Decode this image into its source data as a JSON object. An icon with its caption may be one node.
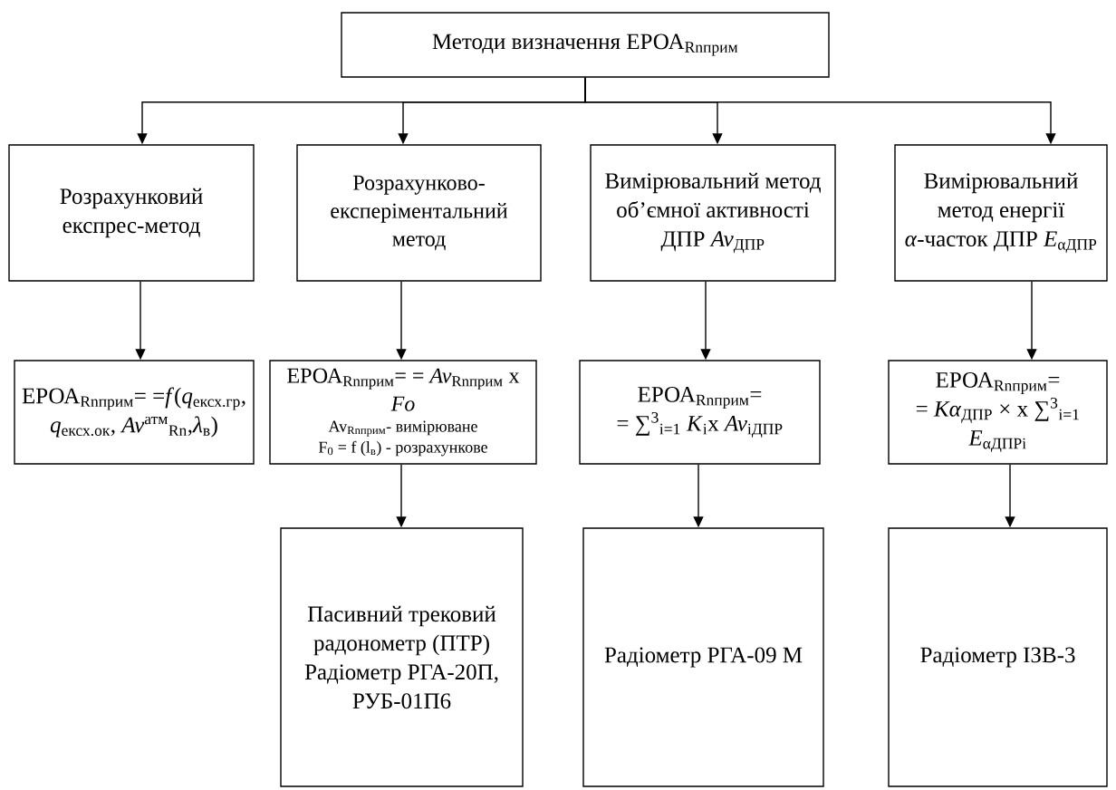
{
  "diagram": {
    "nodes": [
      {
        "text": [
          "Методи визначення ЕРОА$_{Rnприм}$"
        ]
      },
      {
        "text": [
          "Розрахунковий експрес-метод"
        ]
      },
      {
        "text": [
          "Розрахунково-експеріментальний метод"
        ]
      },
      {
        "text": [
          "Вимірювальний метод об’ємної активності ДПР *Av*$_{ДПР}$"
        ]
      },
      {
        "text": [
          "Вимірювальний метод енергії *α*-часток ДПР *E*$_{αДПР}$"
        ]
      },
      {
        "text": [
          "ЕРОА$_{Rnприм}$= =*f*(*q*$_{ексх.гр}$, *q*$_{ексх.ок}$, *Av*$^{атм}$$_{Rn}$,*λ*$_{в}$)"
        ]
      },
      {
        "text": [
          "ЕРОА$_{Rnприм}$= = *Av*$_{Rnприм}$ x *Fo*",
          "Av$_{Rnприм}$- вимірюване",
          "F$_{0}$ = f (l$_{в}$) - розрахункове"
        ]
      },
      {
        "text": [
          "ЕРОА$_{Rnприм}$=",
          "= ∑$^{3}$$_{i=1}$ *K*$_{i}$x *Av*$_{iДПР}$"
        ]
      },
      {
        "text": [
          "ЕРОА$_{Rnприм}$=",
          "= *Kα*$_{ДПР}$ × x ∑$^{3}$$_{i=1}$ *E*$_{αДПРi}$"
        ]
      },
      {
        "text": [
          "Пасивний трековий радонометр (ПТР)",
          "Радіометр РГА-20П, РУБ-01П6"
        ]
      },
      {
        "text": [
          "Радіометр РГА-09 М"
        ]
      },
      {
        "text": [
          "Радіометр ІЗВ-3"
        ]
      }
    ],
    "edges": [
      {
        "from": 0,
        "to": 1,
        "arrow": "to"
      },
      {
        "from": 0,
        "to": 2,
        "arrow": "to"
      },
      {
        "from": 0,
        "to": 3,
        "arrow": "to"
      },
      {
        "from": 0,
        "to": 4,
        "arrow": "to"
      },
      {
        "from": 1,
        "to": 5,
        "arrow": "to"
      },
      {
        "from": 2,
        "to": 6,
        "arrow": "to"
      },
      {
        "from": 3,
        "to": 7,
        "arrow": "to"
      },
      {
        "from": 4,
        "to": 8,
        "arrow": "to"
      },
      {
        "from": 6,
        "to": 9,
        "arrow": "to"
      },
      {
        "from": 7,
        "to": 10,
        "arrow": "to"
      },
      {
        "from": 8,
        "to": 11,
        "arrow": "to"
      }
    ]
  }
}
